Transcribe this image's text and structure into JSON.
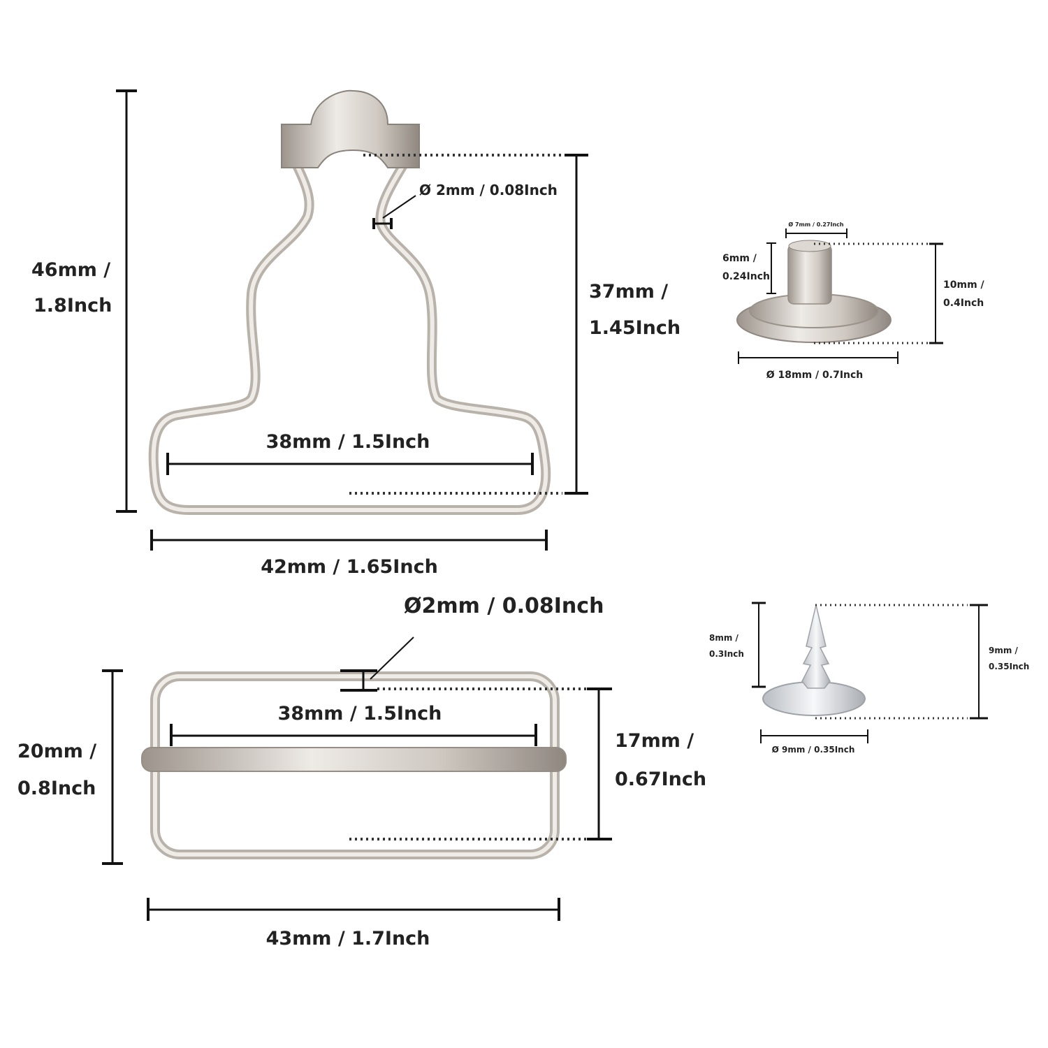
{
  "overall_buckle": {
    "height": "46mm /",
    "height_in": "1.8Inch",
    "width": "42mm / 1.65Inch",
    "inner_width": "38mm / 1.5Inch",
    "inner_height": "37mm /",
    "inner_height_in": "1.45Inch",
    "wire_diameter": "Ø 2mm / 0.08Inch"
  },
  "slider": {
    "wire_diameter": "Ø2mm / 0.08Inch",
    "inner_width": "38mm / 1.5Inch",
    "height": "20mm /",
    "height_in": "0.8Inch",
    "inner_height": "17mm /",
    "inner_height_in": "0.67Inch",
    "width": "43mm / 1.7Inch"
  },
  "button": {
    "top_diameter": "Ø 7mm / 0.27Inch",
    "shank_height": "6mm /",
    "shank_height_in": "0.24Inch",
    "height": "10mm /",
    "height_in": "0.4Inch",
    "base_diameter": "Ø 18mm / 0.7Inch"
  },
  "tack": {
    "spike_height": "8mm /",
    "spike_height_in": "0.3Inch",
    "height": "9mm /",
    "height_in": "0.35Inch",
    "base_diameter": "Ø 9mm / 0.35Inch"
  },
  "colors": {
    "metal": "#c9c4be",
    "ink": "#111111"
  }
}
